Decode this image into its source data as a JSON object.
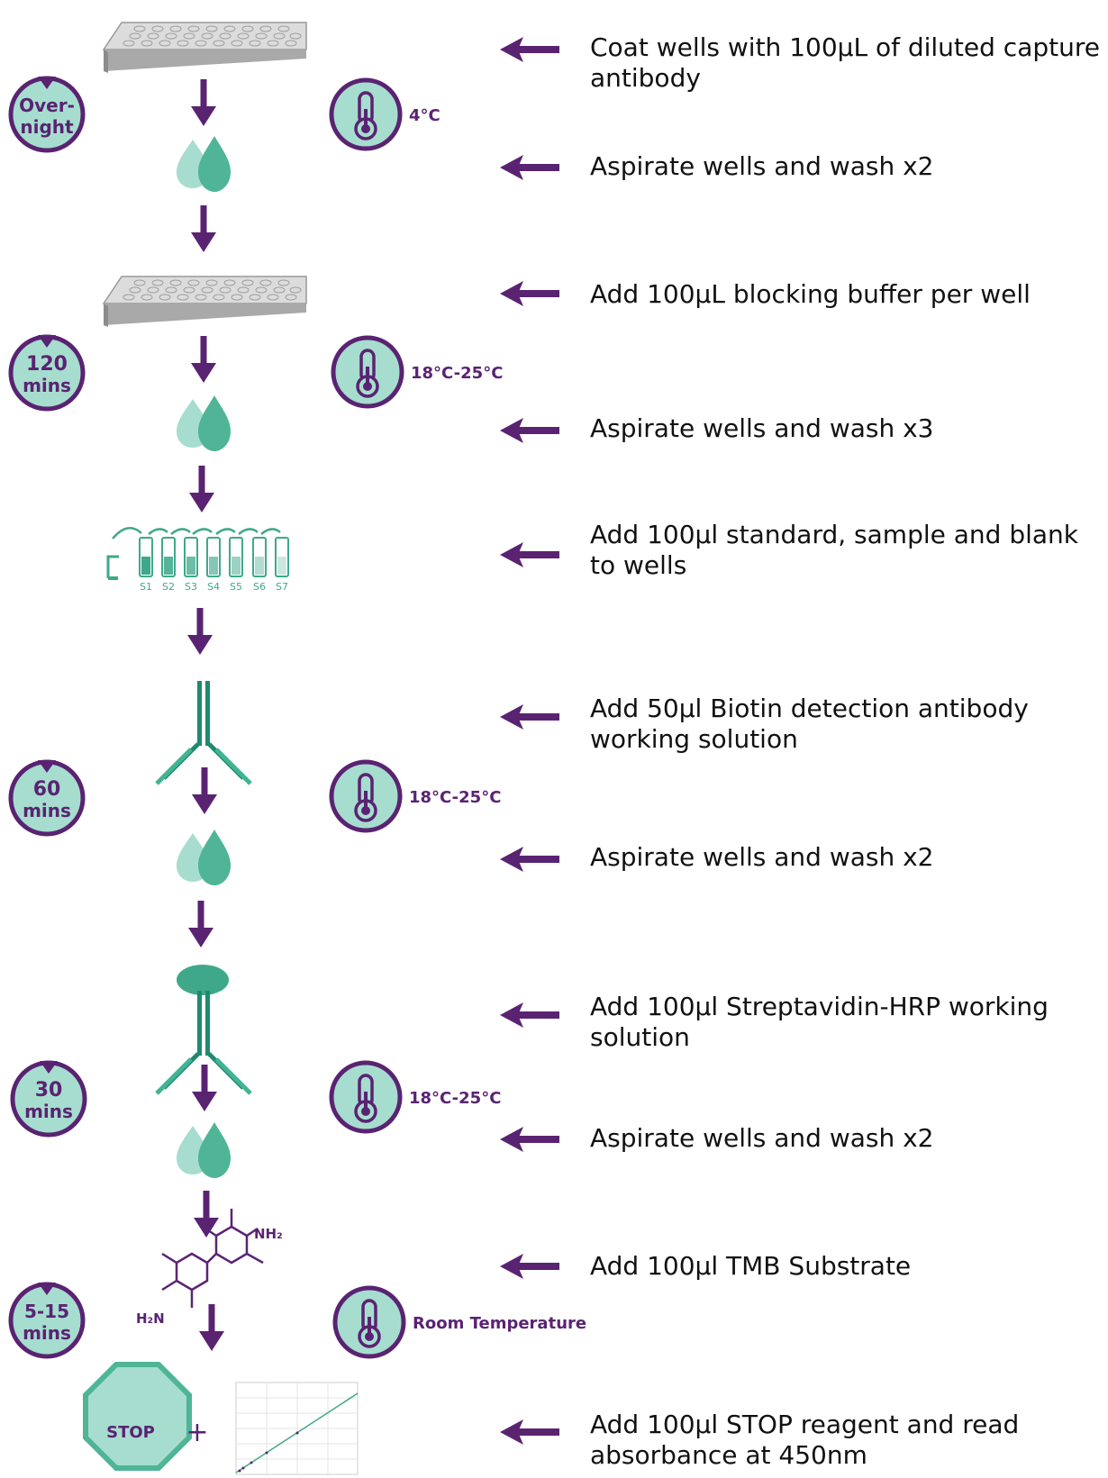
{
  "colors": {
    "purple": "#5a2372",
    "teal_fill": "#a6ddcf",
    "teal_dark": "#3fa88b",
    "teal_antibody": "#1f8a70",
    "plate_gray": "#b9b9b9"
  },
  "steps": [
    {
      "text": "Coat wells with 100μL of diluted capture antibody",
      "icon": "microplate-icon"
    },
    {
      "text": "Aspirate wells and wash x2",
      "icon": "wash-drop-icon"
    },
    {
      "text": "Add 100μL blocking buffer per well",
      "icon": "microplate-icon"
    },
    {
      "text": "Aspirate wells and wash x3",
      "icon": "wash-drop-icon"
    },
    {
      "text": "Add 100μl standard, sample and blank to wells",
      "icon": "serial-dilution-icon"
    },
    {
      "text": "Add 50μl Biotin detection antibody working solution",
      "icon": "antibody-icon"
    },
    {
      "text": "Aspirate wells and wash x2",
      "icon": "wash-drop-icon"
    },
    {
      "text": "Add 100μl Streptavidin-HRP working solution",
      "icon": "streptavidin-antibody-icon"
    },
    {
      "text": "Aspirate wells and wash x2",
      "icon": "wash-drop-icon"
    },
    {
      "text": "Add 100μl TMB Substrate",
      "icon": "tmb-molecule-icon"
    },
    {
      "text": "Add 100μl STOP reagent and read absorbance at 450nm",
      "icon": "stop-sign-icon"
    }
  ],
  "incubations": [
    {
      "time_line1": "Over-",
      "time_line2": "night",
      "temperature": "4°C"
    },
    {
      "time_line1": "120",
      "time_line2": "mins",
      "temperature": "18°C-25°C"
    },
    {
      "time_line1": "60",
      "time_line2": "mins",
      "temperature": "18°C-25°C"
    },
    {
      "time_line1": "30",
      "time_line2": "mins",
      "temperature": "18°C-25°C"
    },
    {
      "time_line1": "5-15",
      "time_line2": "mins",
      "temperature": "Room Temperature"
    }
  ],
  "dilution_tubes": [
    "S1",
    "S2",
    "S3",
    "S4",
    "S5",
    "S6",
    "S7"
  ],
  "tmb_labels": {
    "amine_top": "NH₂",
    "amine_bottom": "H₂N"
  },
  "stop_label": "STOP",
  "plus_sign": "+"
}
